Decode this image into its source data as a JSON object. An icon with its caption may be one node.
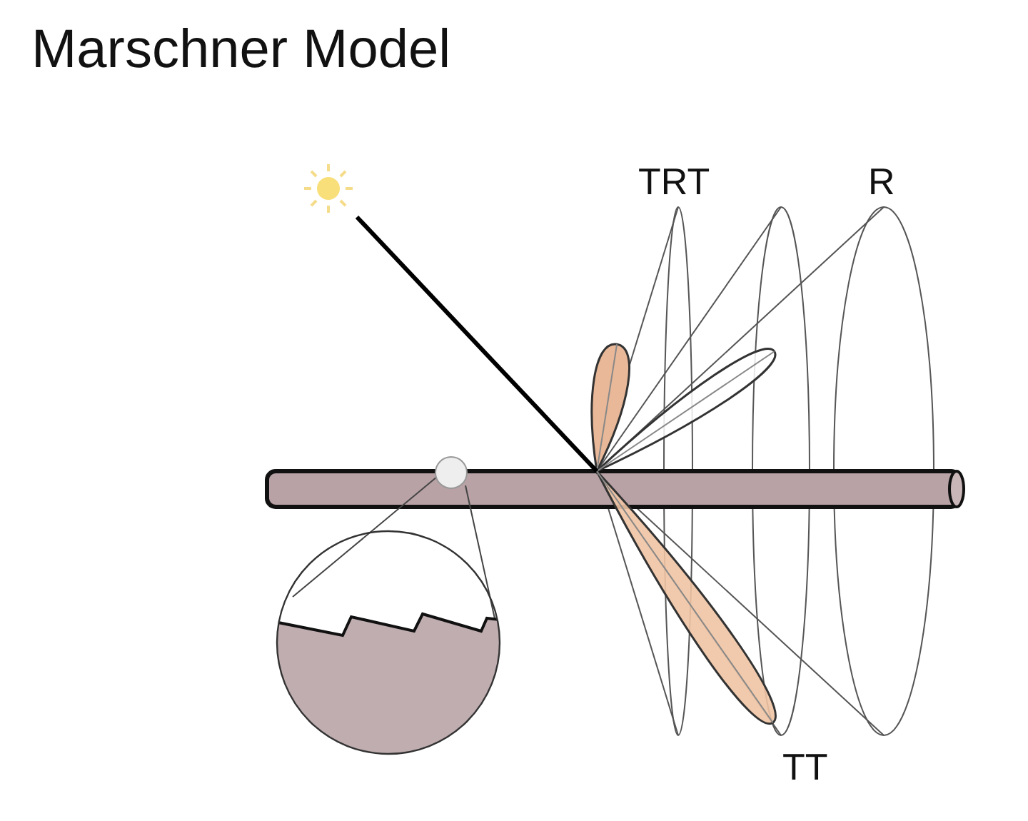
{
  "diagram": {
    "title": "Marschner Model",
    "labels": [
      "TRT",
      "R",
      "TT"
    ]
  }
}
